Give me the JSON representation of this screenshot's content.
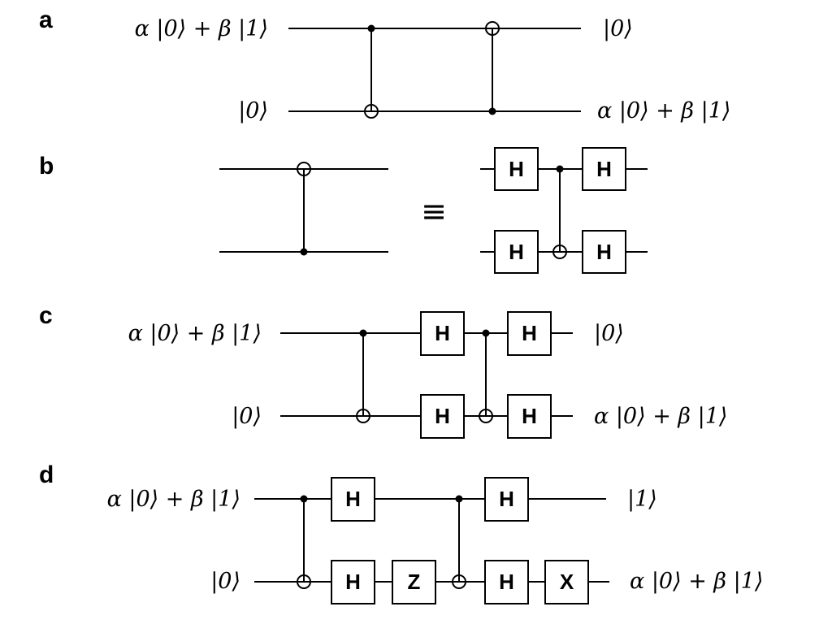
{
  "panels": {
    "a": {
      "label": "a",
      "input_top": "α |0⟩ + β |1⟩",
      "input_bottom": "|0⟩",
      "output_top": "|0⟩",
      "output_bottom": "α |0⟩ + β |1⟩",
      "gates_top": [],
      "gates_bottom": []
    },
    "b": {
      "label": "b",
      "equiv": "≡",
      "gates_top": [
        "H",
        "H"
      ],
      "gates_bottom": [
        "H",
        "H"
      ]
    },
    "c": {
      "label": "c",
      "input_top": "α |0⟩ + β |1⟩",
      "input_bottom": "|0⟩",
      "output_top": "|0⟩",
      "output_bottom": "α |0⟩ + β |1⟩",
      "gates_top": [
        "H",
        "H"
      ],
      "gates_bottom": [
        "H",
        "H"
      ]
    },
    "d": {
      "label": "d",
      "input_top": "α |0⟩ + β |1⟩",
      "input_bottom": "|0⟩",
      "output_top": "|1⟩",
      "output_bottom": "α |0⟩ + β |1⟩",
      "gates_top": [
        "H",
        "H"
      ],
      "gates_bottom": [
        "H",
        "Z",
        "H",
        "X"
      ]
    }
  }
}
